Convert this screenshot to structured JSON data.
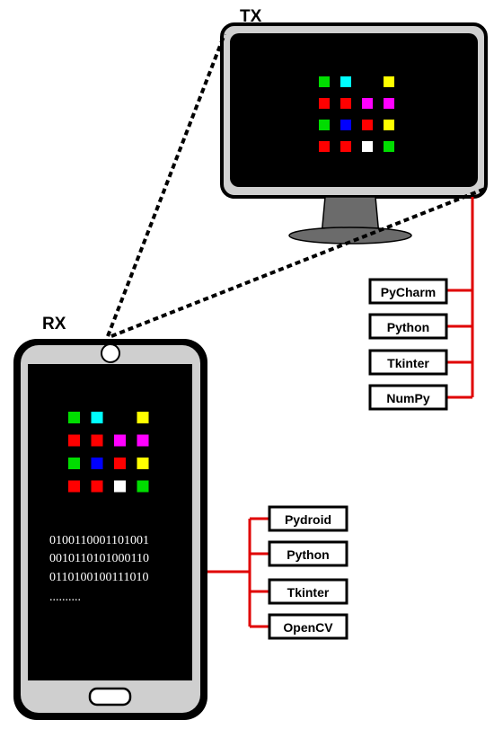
{
  "tx": {
    "label": "TX",
    "tools": [
      "PyCharm",
      "Python",
      "Tkinter",
      "NumPy"
    ]
  },
  "rx": {
    "label": "RX",
    "tools": [
      "Pydroid",
      "Python",
      "Tkinter",
      "OpenCV"
    ],
    "bits": [
      "0100110001101001",
      "0010110101000110",
      "0110100100111010",
      ".........."
    ]
  },
  "grid_colors": [
    [
      "#00dd00",
      "#00ffff",
      null,
      "#ffff00"
    ],
    [
      "#ff0000",
      "#ff0000",
      "#ff00ff",
      "#ff00ff"
    ],
    [
      "#00dd00",
      "#0000ff",
      "#ff0000",
      "#ffff00"
    ],
    [
      "#ff0000",
      "#ff0000",
      "#ffffff",
      "#00dd00"
    ]
  ],
  "colors": {
    "connector": "#e00000",
    "screen": "#000000",
    "bezel": "#cfcfcf"
  }
}
